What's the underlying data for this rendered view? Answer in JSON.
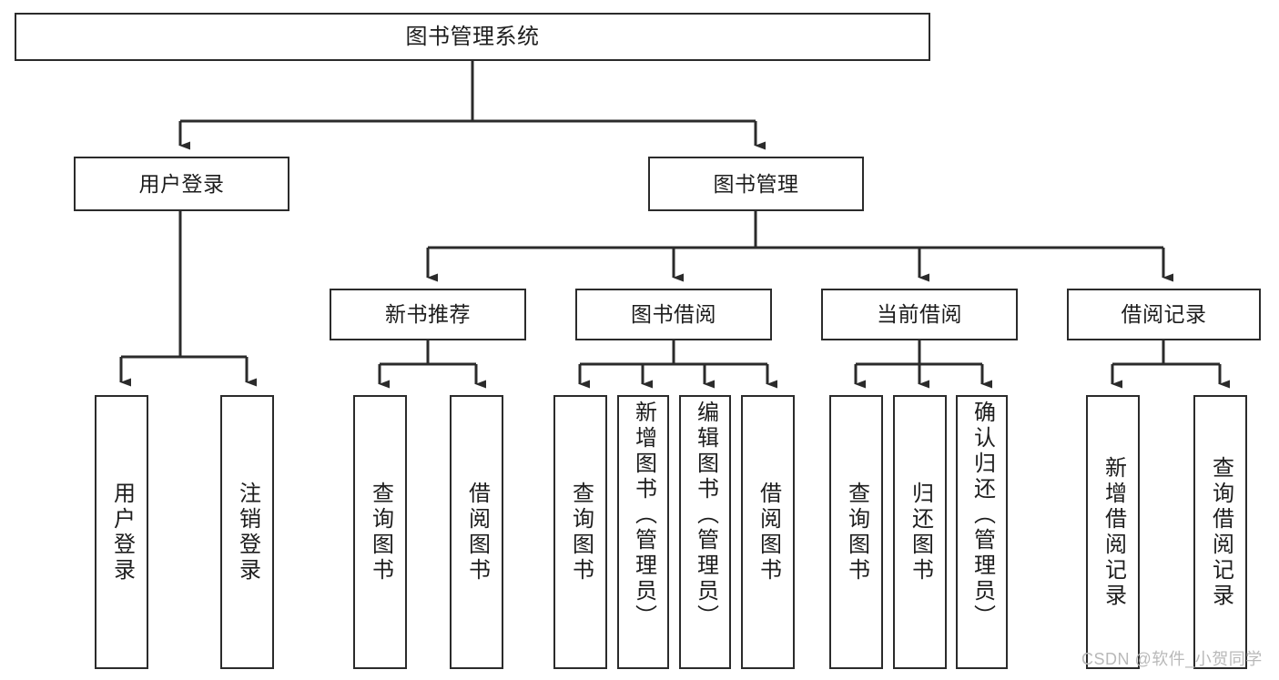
{
  "diagram": {
    "type": "tree-hierarchy-chart",
    "title": "图书管理系统",
    "root": {
      "id": "root",
      "label": "图书管理系统"
    },
    "level2": [
      {
        "id": "user-login",
        "label": "用户登录"
      },
      {
        "id": "book-management",
        "label": "图书管理"
      }
    ],
    "level3": [
      {
        "id": "new-book-recommend",
        "label": "新书推荐"
      },
      {
        "id": "book-borrow",
        "label": "图书借阅"
      },
      {
        "id": "current-borrow",
        "label": "当前借阅"
      },
      {
        "id": "borrow-record",
        "label": "借阅记录"
      }
    ],
    "leaves": {
      "user_login": [
        {
          "id": "leaf-user-login",
          "label": "用户登录"
        },
        {
          "id": "leaf-logout-login",
          "label": "注销登录"
        }
      ],
      "new_book_recommend": [
        {
          "id": "leaf-query-book-1",
          "label": "查询图书"
        },
        {
          "id": "leaf-borrow-book-1",
          "label": "借阅图书"
        }
      ],
      "book_borrow": [
        {
          "id": "leaf-query-book-2",
          "label": "查询图书"
        },
        {
          "id": "leaf-add-book",
          "label": "新增图书（管理员）"
        },
        {
          "id": "leaf-edit-book",
          "label": "编辑图书（管理员）"
        },
        {
          "id": "leaf-borrow-book-2",
          "label": "借阅图书"
        }
      ],
      "current_borrow": [
        {
          "id": "leaf-query-book-3",
          "label": "查询图书"
        },
        {
          "id": "leaf-return-book",
          "label": "归还图书"
        },
        {
          "id": "leaf-confirm-return",
          "label": "确认归还（管理员）"
        }
      ],
      "borrow_record": [
        {
          "id": "leaf-add-record",
          "label": "新增借阅记录"
        },
        {
          "id": "leaf-query-record",
          "label": "查询借阅记录"
        }
      ]
    },
    "colors": {
      "stroke": "#2b2b2b",
      "fill": "#ffffff",
      "text": "#1d1d1d",
      "watermark": "#b9b9b9"
    }
  },
  "watermark": {
    "text": "CSDN @软件_小贺同学"
  }
}
